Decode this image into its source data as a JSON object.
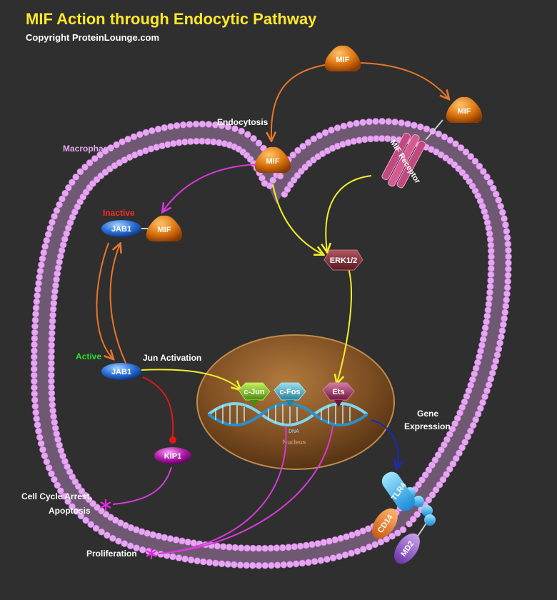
{
  "header": {
    "title": "MIF Action through Endocytic Pathway",
    "subtitle": "Copyright ProteinLounge.com"
  },
  "labels": {
    "endocytosis": "Endocytosis",
    "macrophage": "Macrophage",
    "inactive": "Inactive",
    "active": "Active",
    "jun_activation": "Jun Activation",
    "gene_expression_1": "Gene",
    "gene_expression_2": "Expression",
    "cell_cycle_1": "Cell Cycle Arrest,",
    "cell_cycle_2": "Apoptosis",
    "proliferation": "Proliferation",
    "nucleus": "Nucleus",
    "dna": "DNA"
  },
  "nodes": {
    "mif_top": "MIF",
    "mif_right": "MIF",
    "mif_endocytosis": "MIF",
    "mif_inactive": "MIF",
    "jab1_inactive": "JAB1",
    "jab1_active": "JAB1",
    "erk": "ERK1/2",
    "kip1": "KIP1",
    "cjun": "c-Jun",
    "cfos": "c-Fos",
    "ets": "Ets",
    "receptor": "MIF Receptor",
    "tlr4": "TLR4",
    "cd14": "CD14",
    "md2": "MD2"
  },
  "colors": {
    "title": "#ffe82a",
    "membrane": "#e6a6f2",
    "mif": "#e07812",
    "jab1": "#2a70d8",
    "erk": "#7a2830",
    "kip1": "#b01aa8",
    "inactive_label": "#ff2a2a",
    "active_label": "#2adf2a",
    "arrow_orange": "#e8762a",
    "arrow_yellow": "#f2ee2a",
    "arrow_magenta": "#d63ad8",
    "arrow_red": "#e01818",
    "arrow_blue": "#1a2ab8"
  }
}
